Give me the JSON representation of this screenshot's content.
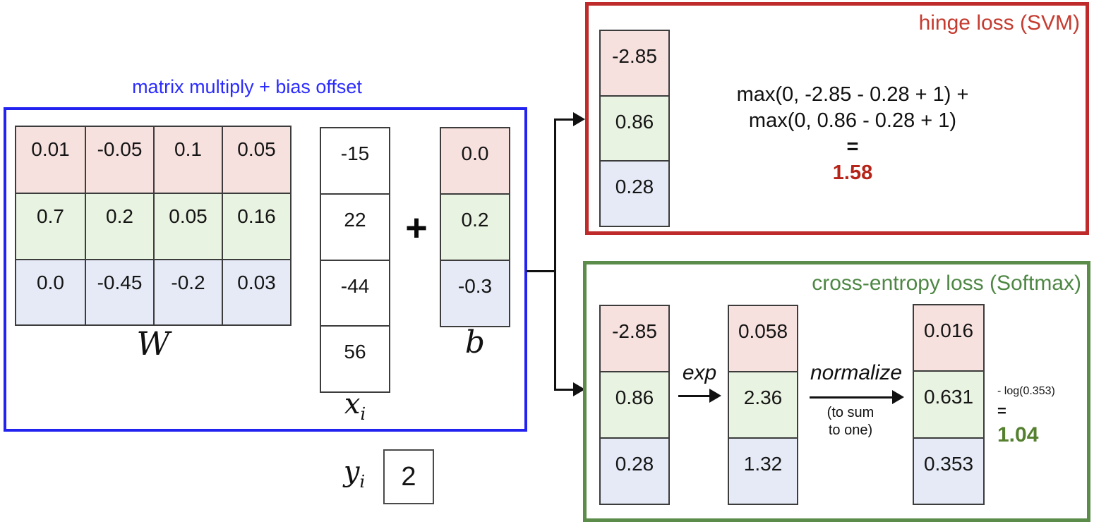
{
  "diagram": {
    "blue_section_title": "matrix multiply + bias offset",
    "matrix": {
      "label": "W",
      "rows": [
        [
          "0.01",
          "-0.05",
          "0.1",
          "0.05"
        ],
        [
          "0.7",
          "0.2",
          "0.05",
          "0.16"
        ],
        [
          "0.0",
          "-0.45",
          "-0.2",
          "0.03"
        ]
      ]
    },
    "x_vector": {
      "label_base": "x",
      "label_sub": "i",
      "values": [
        "-15",
        "22",
        "-44",
        "56"
      ]
    },
    "plus_sign": "+",
    "b_vector": {
      "label": "b",
      "values": [
        "0.0",
        "0.2",
        "-0.3"
      ]
    },
    "y_label": {
      "label_base": "y",
      "label_sub": "i",
      "value": "2"
    },
    "hinge": {
      "title": "hinge loss (SVM)",
      "scores": [
        "-2.85",
        "0.86",
        "0.28"
      ],
      "formula_line1": "max(0, -2.85 - 0.28 + 1) +",
      "formula_line2": "max(0, 0.86 - 0.28 + 1)",
      "equals": "=",
      "result": "1.58"
    },
    "softmax": {
      "title": "cross-entropy loss (Softmax)",
      "scores": [
        "-2.85",
        "0.86",
        "0.28"
      ],
      "exp_label": "exp",
      "exp_values": [
        "0.058",
        "2.36",
        "1.32"
      ],
      "normalize_label": "normalize",
      "normalize_note_line1": "(to sum",
      "normalize_note_line2": "to one)",
      "probs": [
        "0.016",
        "0.631",
        "0.353"
      ],
      "log_expr": "- log(0.353)",
      "equals": "=",
      "result": "1.04"
    },
    "colors": {
      "row_pink": "#f7e1df",
      "row_green": "#e9f3e1",
      "row_blue": "#e5eaf6",
      "blue_accent": "#2323f0",
      "red_accent": "#bf2b2b",
      "green_accent": "#5b8c4a"
    }
  }
}
